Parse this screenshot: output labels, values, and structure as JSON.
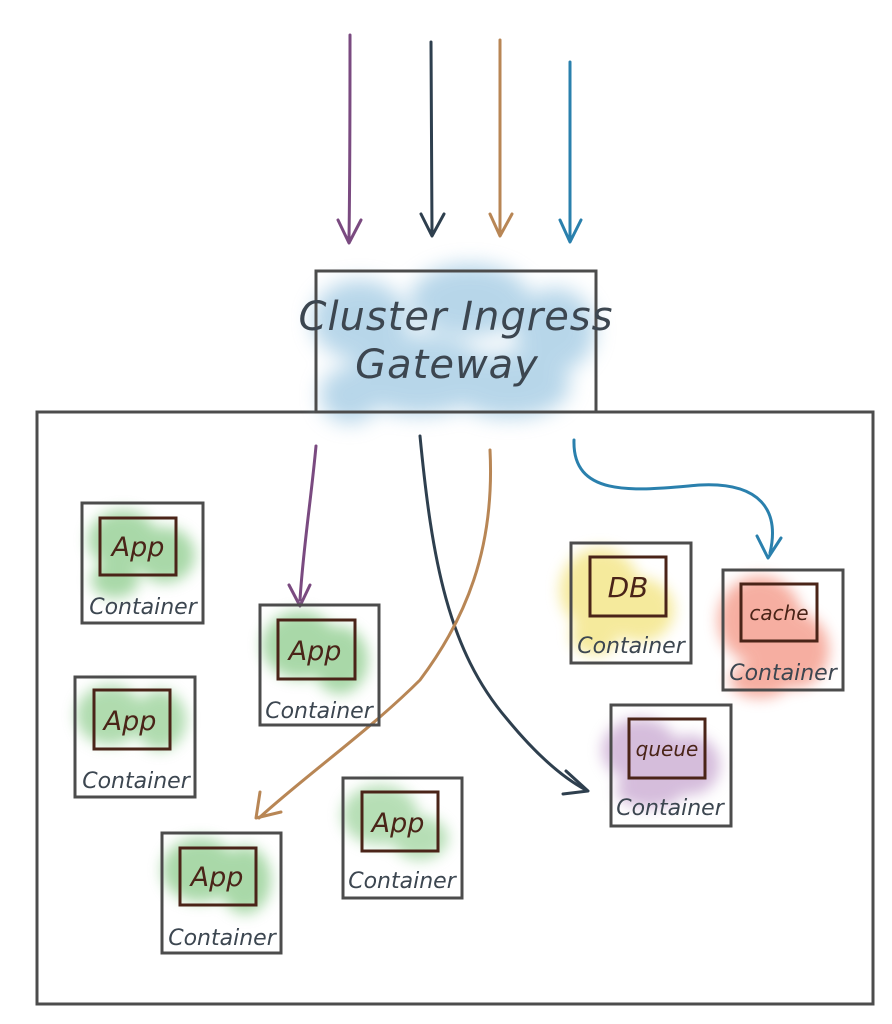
{
  "gateway": {
    "line1": "Cluster Ingress",
    "line2": "Gateway"
  },
  "colors": {
    "purple": "#7a4a80",
    "navy": "#2e3f4e",
    "tan": "#b88655",
    "blue": "#2a80ad",
    "outline": "#4c4c4c",
    "inner_outline": "#4a2418",
    "green_wash": "#7cc47a",
    "yellow_wash": "#f2e277",
    "red_wash": "#f2846f",
    "purple_wash": "#bf9ac9",
    "blue_wash": "#8cbedd"
  },
  "containers": [
    {
      "id": "app-1",
      "label": "App",
      "caption": "Container",
      "kind": "app"
    },
    {
      "id": "app-2",
      "label": "App",
      "caption": "Container",
      "kind": "app"
    },
    {
      "id": "app-3",
      "label": "App",
      "caption": "Container",
      "kind": "app"
    },
    {
      "id": "app-4",
      "label": "App",
      "caption": "Container",
      "kind": "app"
    },
    {
      "id": "app-5",
      "label": "App",
      "caption": "Container",
      "kind": "app"
    },
    {
      "id": "db",
      "label": "DB",
      "caption": "Container",
      "kind": "db"
    },
    {
      "id": "cache",
      "label": "cache",
      "caption": "Container",
      "kind": "cache"
    },
    {
      "id": "queue",
      "label": "queue",
      "caption": "Container",
      "kind": "queue"
    }
  ]
}
